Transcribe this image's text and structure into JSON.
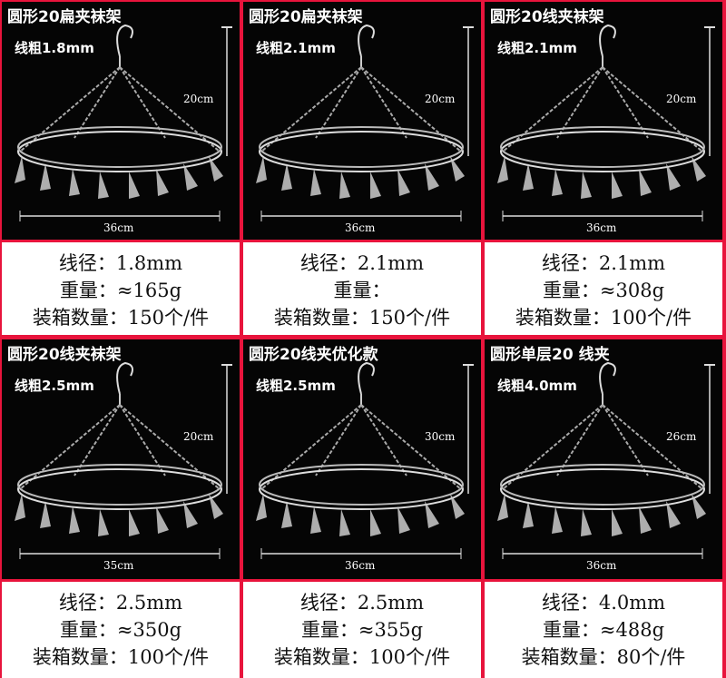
{
  "products": [
    {
      "title": "圆形20扁夹袜架",
      "wire_label": "线粗1.8mm",
      "height_dim": "20cm",
      "width_dim": "36cm",
      "spec_diameter": "线径：1.8mm",
      "spec_weight": "重量：≈165g",
      "spec_packing": "装箱数量：150个/件"
    },
    {
      "title": "圆形20扁夹袜架",
      "wire_label": "线粗2.1mm",
      "height_dim": "20cm",
      "width_dim": "36cm",
      "spec_diameter": "线径：2.1mm",
      "spec_weight": "重量：",
      "spec_packing": "装箱数量：150个/件"
    },
    {
      "title": "圆形20线夹袜架",
      "wire_label": "线粗2.1mm",
      "height_dim": "20cm",
      "width_dim": "36cm",
      "spec_diameter": "线径：2.1mm",
      "spec_weight": "重量：≈308g",
      "spec_packing": "装箱数量：100个/件"
    },
    {
      "title": "圆形20线夹袜架",
      "wire_label": "线粗2.5mm",
      "height_dim": "20cm",
      "width_dim": "35cm",
      "spec_diameter": "线径：2.5mm",
      "spec_weight": "重量：≈350g",
      "spec_packing": "装箱数量：100个/件"
    },
    {
      "title": "圆形20线夹优化款",
      "wire_label": "线粗2.5mm",
      "height_dim": "30cm",
      "width_dim": "36cm",
      "spec_diameter": "线径：2.5mm",
      "spec_weight": "重量：≈355g",
      "spec_packing": "装箱数量：100个/件"
    },
    {
      "title": "圆形单层20 线夹",
      "wire_label": "线粗4.0mm",
      "height_dim": "26cm",
      "width_dim": "36cm",
      "spec_diameter": "线径：4.0mm",
      "spec_weight": "重量：≈488g",
      "spec_packing": "装箱数量：80个/件"
    }
  ]
}
